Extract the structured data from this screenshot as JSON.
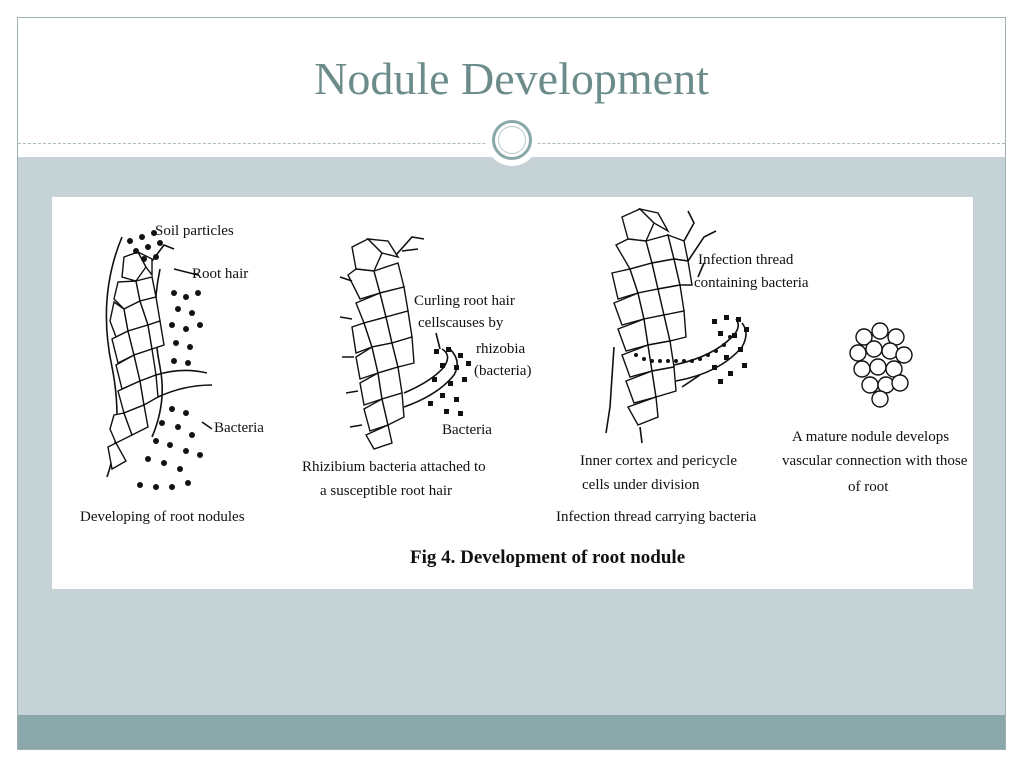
{
  "slide": {
    "title": "Nodule Development"
  },
  "figure": {
    "caption": "Fig 4. Development of root nodule",
    "stages": [
      {
        "labels": {
          "soil_particles": "Soil particles",
          "root_hair": "Root hair",
          "bacteria": "Bacteria",
          "description": "Developing of root nodules"
        }
      },
      {
        "labels": {
          "curling_1": "Curling root hair",
          "curling_2": "cellscauses by",
          "curling_3": "rhizobia",
          "curling_4": "(bacteria)",
          "bacteria": "Bacteria",
          "description_1": "Rhizibium bacteria attached to",
          "description_2": "a susceptible root hair"
        }
      },
      {
        "labels": {
          "thread_1": "Infection thread",
          "thread_2": "containing bacteria",
          "cortex_1": "Inner cortex and pericycle",
          "cortex_2": "cells  under division",
          "description": "Infection thread carrying bacteria"
        }
      },
      {
        "labels": {
          "description_1": "A mature nodule develops",
          "description_2": "vascular connection with those",
          "description_3": "of  root"
        }
      }
    ]
  },
  "colors": {
    "title": "#6b8c8a",
    "content_band": "#c5d3d6",
    "footer_band": "#8aa8aa"
  }
}
